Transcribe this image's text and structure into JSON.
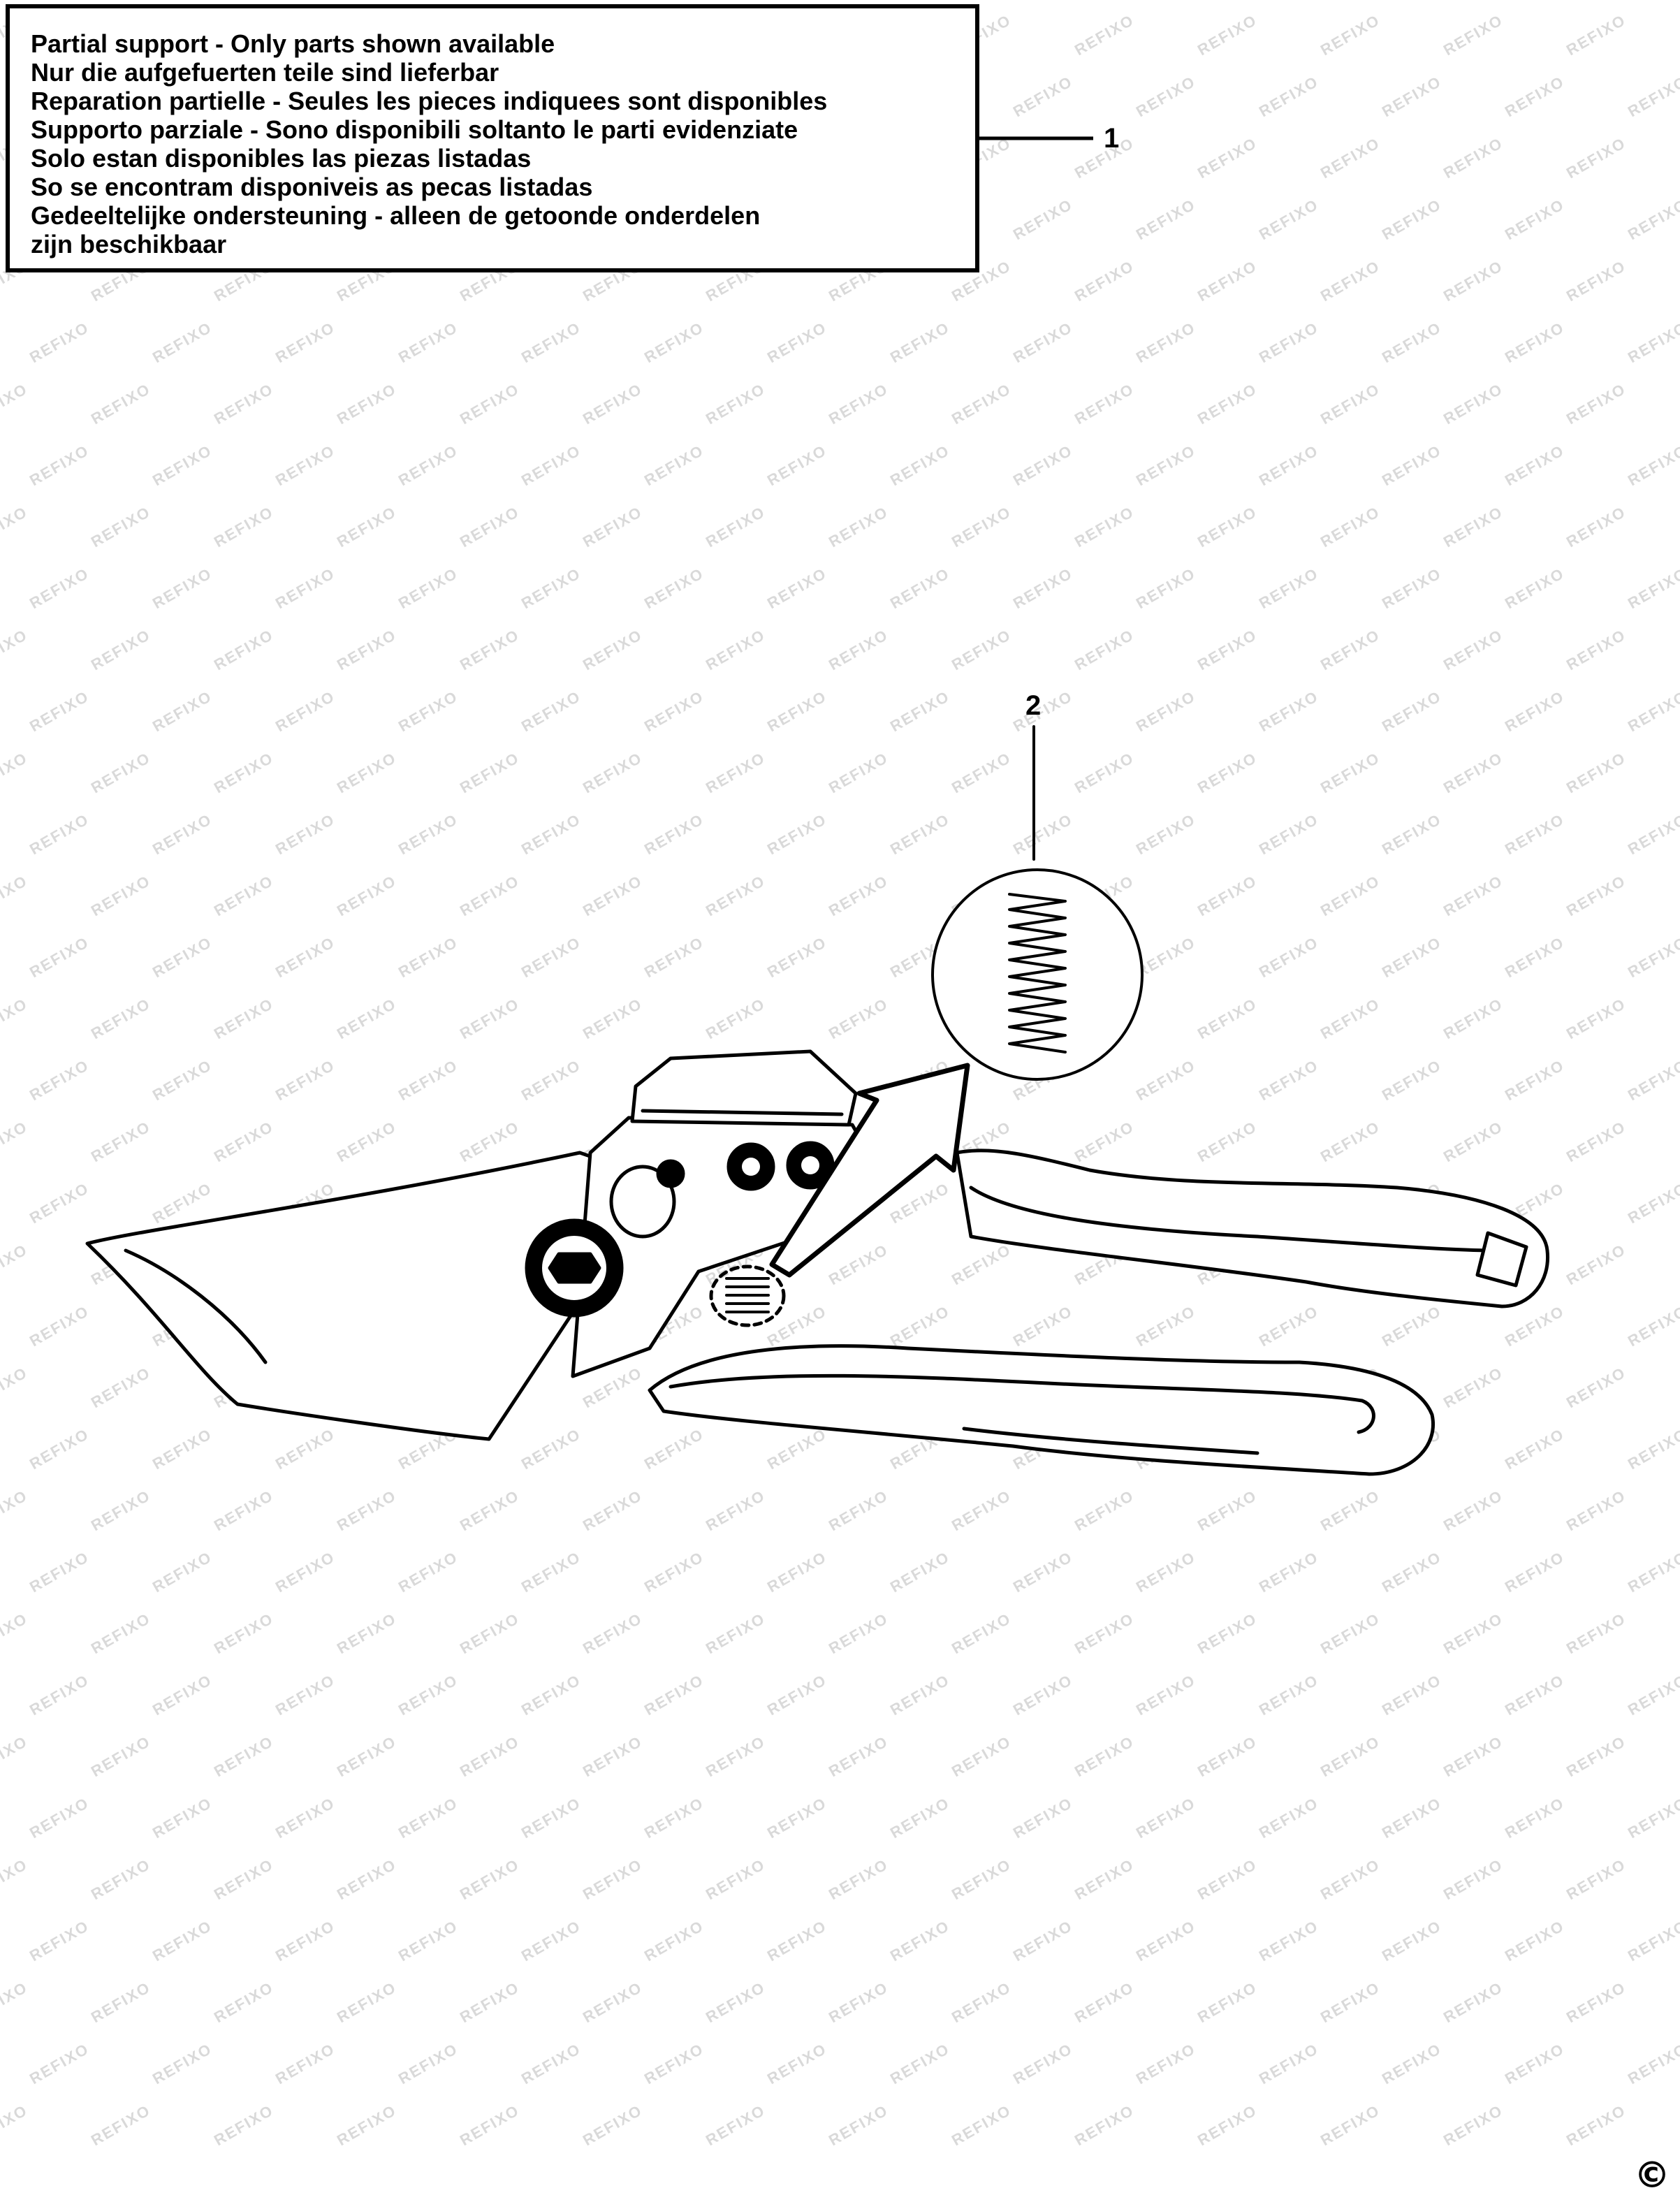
{
  "note": {
    "lines": [
      "Partial support - Only parts shown available",
      "Nur die aufgefuerten teile sind lieferbar",
      "Reparation partielle - Seules les pieces indiquees sont disponibles",
      "Supporto parziale - Sono disponibili soltanto le parti evidenziate",
      "Solo estan disponibles las piezas listadas",
      "So se encontram disponiveis as pecas listadas",
      "Gedeeltelijke ondersteuning - alleen de getoonde onderdelen",
      "zijn beschikbaar"
    ]
  },
  "callouts": {
    "part1": "1",
    "part2": "2"
  },
  "watermark": "REFIXO",
  "copyright_symbol": "©"
}
